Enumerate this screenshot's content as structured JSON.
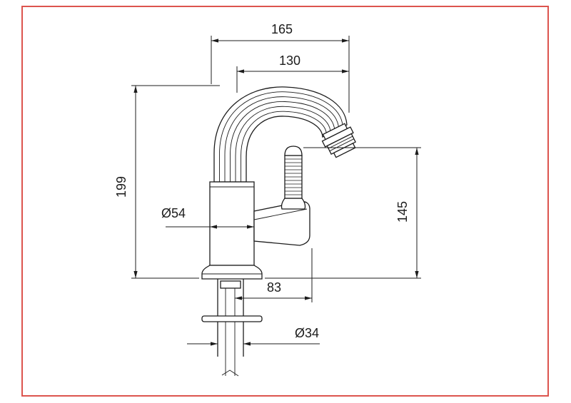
{
  "frame": {
    "border_color": "#dc544e"
  },
  "drawing": {
    "subject": "bidet-mixer-faucet-side-view-technical-drawing",
    "line_color": "#1c1c1c",
    "labels": {
      "total_reach": "165",
      "spout_reach": "130",
      "total_height": "199",
      "body_diameter": "Ø54",
      "right_height": "145",
      "handle_offset": "83",
      "shank_diameter": "Ø34"
    }
  }
}
